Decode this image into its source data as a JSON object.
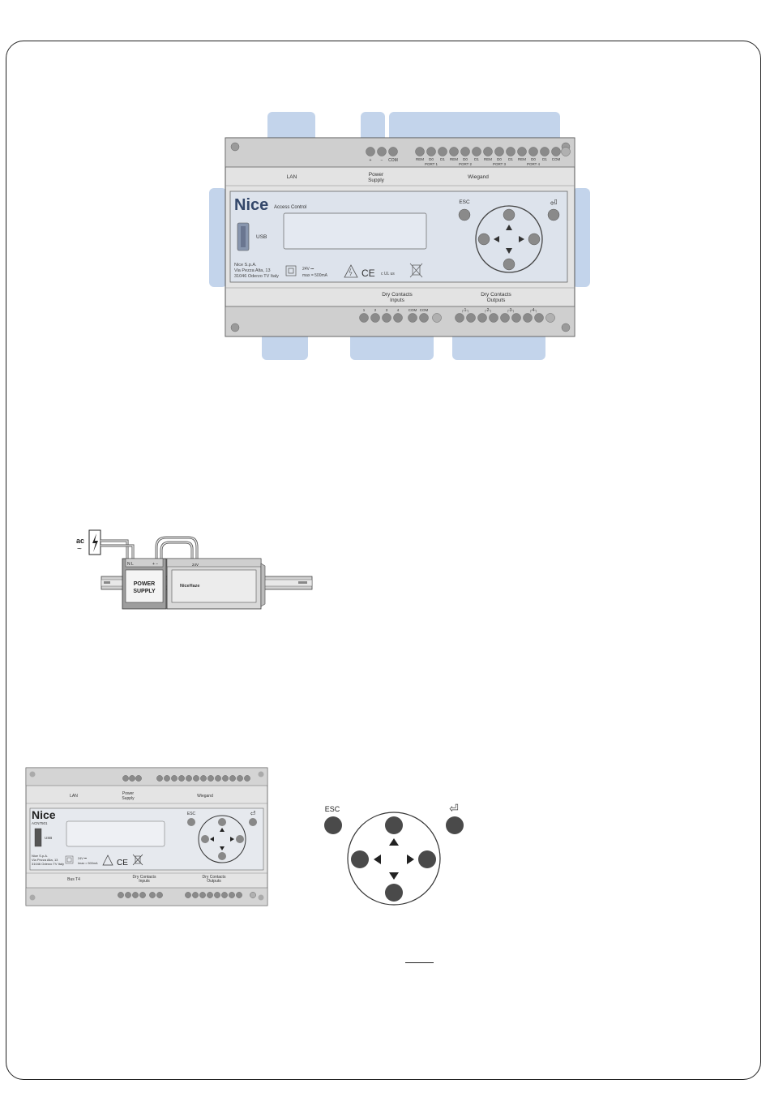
{
  "device": {
    "brand": "Nice",
    "subtitle": "Access Control",
    "usb": "USB",
    "esc": "ESC",
    "enter_symbol": "⏎",
    "company": [
      "Nice S.p.A.",
      "Via Pezza Alta, 13",
      "31046 Oderzo TV Italy"
    ],
    "rating": [
      "24V ⎓",
      "max = 500mA"
    ],
    "ce": "CE",
    "ul": "c UL us",
    "top_labels": {
      "lan": "LAN",
      "power": "Power",
      "supply": "Supply",
      "wiegand": "Wiegand"
    },
    "power_terms": [
      "+",
      "−",
      "COM"
    ],
    "wiegand_terms": [
      "REM",
      "D0",
      "D1",
      "REM",
      "D0",
      "D1",
      "REM",
      "D0",
      "D1",
      "REM",
      "D0",
      "D1",
      "COM"
    ],
    "ports": [
      "PORT 1",
      "PORT 2",
      "PORT 3",
      "PORT 4"
    ],
    "bottom_labels": {
      "inputs_1": "Dry Contacts",
      "inputs_2": "Inputs",
      "outputs_1": "Dry Contacts",
      "outputs_2": "Outputs"
    },
    "input_terms": [
      "1",
      "2",
      "3",
      "4",
      "COM",
      "COM"
    ],
    "output_groups": [
      "1",
      "2",
      "3",
      "4"
    ]
  },
  "wiring": {
    "ac": "ac",
    "ac_symbol": "~",
    "nl": "N  L",
    "plusminus": "+  −",
    "ps_1": "POWER",
    "ps_2": "SUPPLY",
    "v24": "24V",
    "product": "NiceHaze"
  },
  "small_device": {
    "brand": "Nice",
    "model": "ACN7501",
    "usb": "USB",
    "esc": "ESC",
    "company": [
      "Nice S.p.A.",
      "Via Pezza Alta, 13",
      "31046 Oderzo TV Italy"
    ],
    "rating": [
      "24V ⎓",
      "Imax = 500mA"
    ],
    "ce": "CE",
    "top_labels": {
      "lan": "LAN",
      "power": "Power",
      "supply": "Supply",
      "wiegand": "Wiegand"
    },
    "bottom_labels": {
      "bus": "Bus T4",
      "inputs_1": "Dry Contacts",
      "inputs_2": "Inputs",
      "outputs_1": "Dry Contacts",
      "outputs_2": "Outputs"
    }
  },
  "keypad": {
    "esc": "ESC",
    "enter_symbol": "⏎"
  }
}
